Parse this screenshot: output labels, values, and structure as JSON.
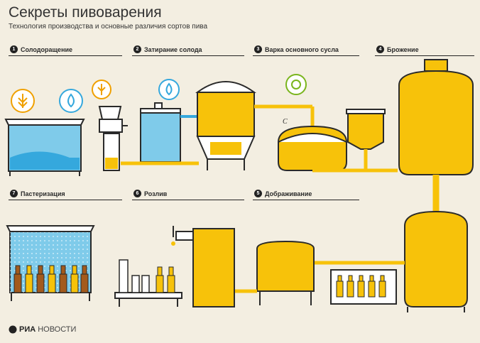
{
  "header": {
    "title": "Секреты пивоварения",
    "subtitle": "Технология производства и основные различия сортов пива"
  },
  "steps": [
    {
      "num": "1",
      "label": "Солодоращение"
    },
    {
      "num": "2",
      "label": "Затирание солода"
    },
    {
      "num": "3",
      "label": "Варка основного сусла"
    },
    {
      "num": "4",
      "label": "Брожение"
    },
    {
      "num": "7",
      "label": "Пастеризация"
    },
    {
      "num": "6",
      "label": "Розлив"
    },
    {
      "num": "5",
      "label": "Дображивание"
    }
  ],
  "labels": {
    "c": "С"
  },
  "brand": {
    "main": "РИА",
    "thin": "НОВОСТИ"
  },
  "colors": {
    "beer": "#f7c20a",
    "water": "#7fcbea",
    "outline": "#2a2a2a",
    "bg": "#f3eee1",
    "bottle_brown": "#a35a1c",
    "icon_orange": "#f0a000",
    "icon_blue": "#35a8dd",
    "icon_green": "#7ab51d"
  }
}
